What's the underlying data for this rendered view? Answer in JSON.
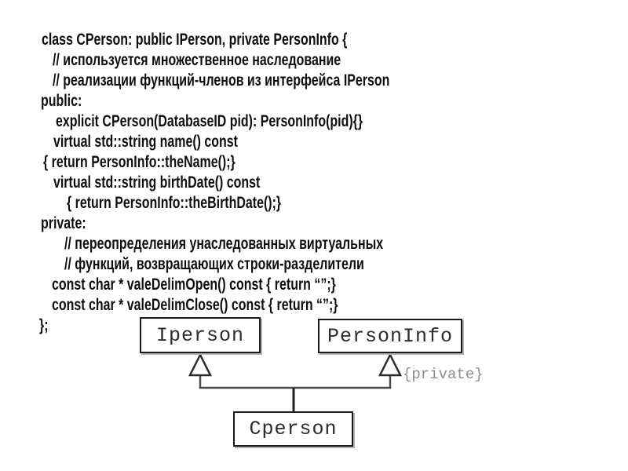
{
  "slide": {
    "background": "#ffffff",
    "type": "code-and-uml-diagram"
  },
  "colors": {
    "code_text": "#0e0e0e",
    "box_border": "#1b1b1b",
    "box_label": "#2b2b2b",
    "box_shadow": "#b3b3b3",
    "connector": "#4a4a4a",
    "stem": "#222222",
    "annotation": "#8f8f8f"
  },
  "code_block": {
    "language": "cpp",
    "lines": [
      {
        "text": "class CPerson: public IPerson, private PersonInfo {",
        "indent": 53
      },
      {
        "text": "// используется множественное наследование",
        "indent": 67
      },
      {
        "text": "// реализации функций-членов из интерфейса IPerson",
        "indent": 67
      },
      {
        "text": "public:",
        "indent": 52
      },
      {
        "text": "explicit CPerson(DatabaseID pid): PersonInfo(pid){}",
        "indent": 71
      },
      {
        "text": "virtual std::string name() const",
        "indent": 68
      },
      {
        "text": "{ return PersonInfo::theName();}",
        "indent": 55
      },
      {
        "text": "virtual std::string birthDate() const",
        "indent": 68
      },
      {
        "text": "{ return PersonInfo::theBirthDate();}",
        "indent": 85
      },
      {
        "text": "private:",
        "indent": 52
      },
      {
        "text": "// переопределения унаследованных виртуальных",
        "indent": 82
      },
      {
        "text": "// функций, возвращающих строки-разделители",
        "indent": 82
      },
      {
        "text": "const char * valeDelimOpen() const { return “”;}",
        "indent": 66
      },
      {
        "text": "const char * valeDelimClose() const { return “”;}",
        "indent": 66
      },
      {
        "text": "};",
        "indent": 50
      }
    ]
  },
  "diagram": {
    "iperson": {
      "label": "Iperson"
    },
    "personinfo": {
      "label": "PersonInfo"
    },
    "cperson": {
      "label": "Cperson"
    },
    "private_annotation": "{private}",
    "relationships": [
      {
        "from": "Cperson",
        "to": "Iperson",
        "type": "inheritance",
        "access": "public"
      },
      {
        "from": "Cperson",
        "to": "PersonInfo",
        "type": "inheritance",
        "access": "private"
      }
    ]
  }
}
